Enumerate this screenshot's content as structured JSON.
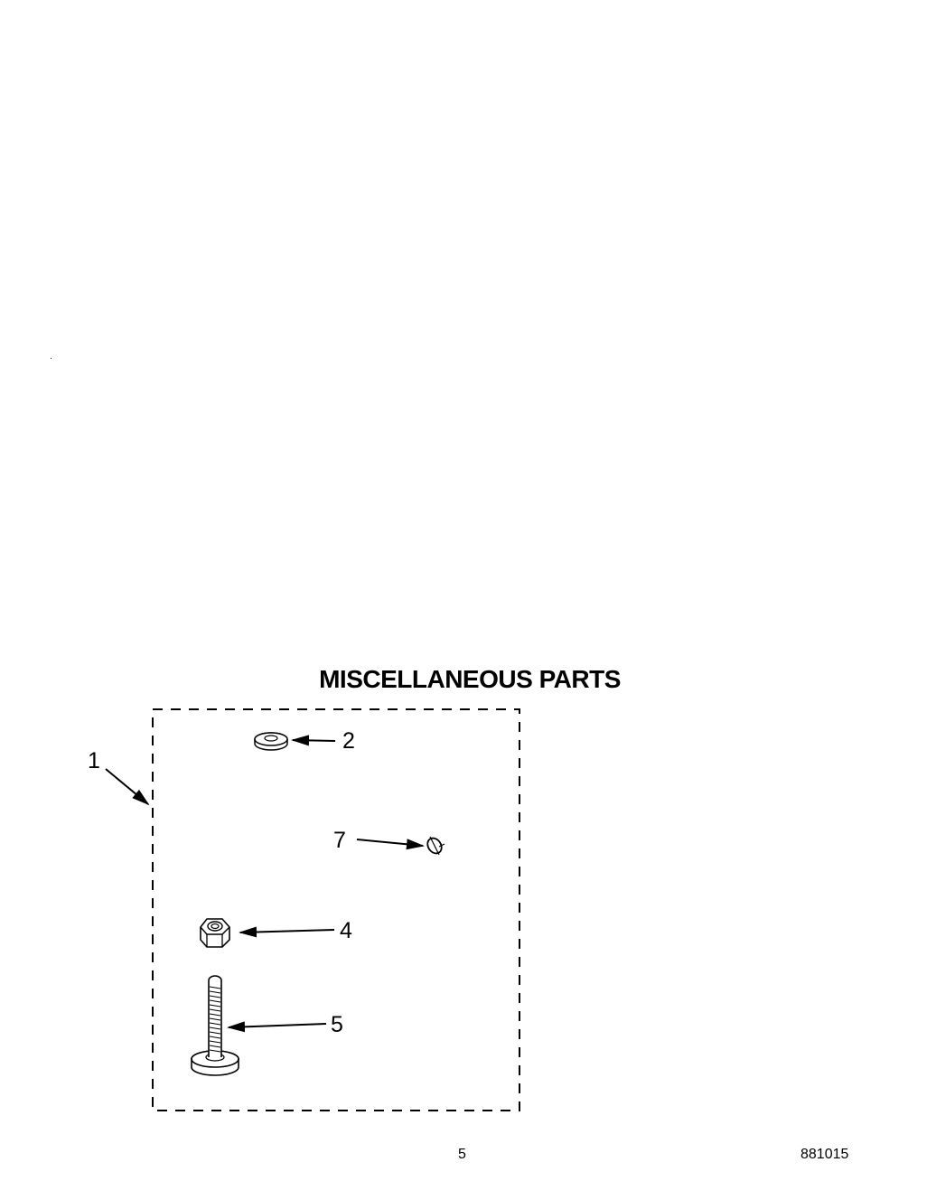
{
  "title": "MISCELLANEOUS PARTS",
  "callouts": {
    "c1": "1",
    "c2": "2",
    "c7": "7",
    "c4": "4",
    "c5": "5"
  },
  "parts": [
    {
      "number": "1",
      "icon": "dashed-kit-box"
    },
    {
      "number": "2",
      "icon": "washer-icon"
    },
    {
      "number": "7",
      "icon": "clip-ring-icon"
    },
    {
      "number": "4",
      "icon": "hex-nut-icon"
    },
    {
      "number": "5",
      "icon": "leveling-leg-bolt-icon"
    }
  ],
  "footer": {
    "page_number": "5",
    "document_code": "881015"
  },
  "colors": {
    "ink": "#000000",
    "paper": "#ffffff"
  }
}
